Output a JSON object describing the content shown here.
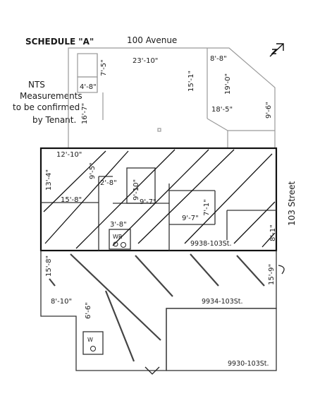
{
  "title": "SCHEDULE \"A\"",
  "streets": {
    "top": "100 Avenue",
    "right": "103 Street"
  },
  "note_lines": [
    "NTS",
    "Measurements",
    "to be confirmed",
    "by Tenant."
  ],
  "dimensions": {
    "top_main_width": "23'-10\"",
    "top_small_height": "7'-5\"",
    "top_small_width": "4'-8\"",
    "top_left_height": "16'-7\"",
    "top_mid_height": "15'-1\"",
    "top_right_width": "8'-8\"",
    "top_right_height": "19'-0\"",
    "top_right_room_width": "18'-5\"",
    "top_right_edge_height": "9'-6\"",
    "mid_top_width": "12'-10\"",
    "mid_left_height": "13'-4\"",
    "mid_inner_height": "9'-5\"",
    "mid_small_width": "2'-8\"",
    "mid_center_height": "9'-10\"",
    "mid_left_width": "15'-8\"",
    "mid_center_width": "9'-7\"",
    "mid_right_width": "9'-7\"",
    "mid_right_height": "7'-1\"",
    "mid_wr_width": "3'-8\"",
    "mid_far_right_height": "8'-1\"",
    "lower_left_height": "15'-8\"",
    "lower_left_width": "8'-10\"",
    "lower_small_height": "6'-6\"",
    "lower_right_height": "15'-9\""
  },
  "units": {
    "upper": "9938-103St.",
    "lower": "9934-103St.",
    "bottom": "9930-103St."
  },
  "labels": {
    "washroom_upper": "WR",
    "washroom_lower": "W"
  }
}
